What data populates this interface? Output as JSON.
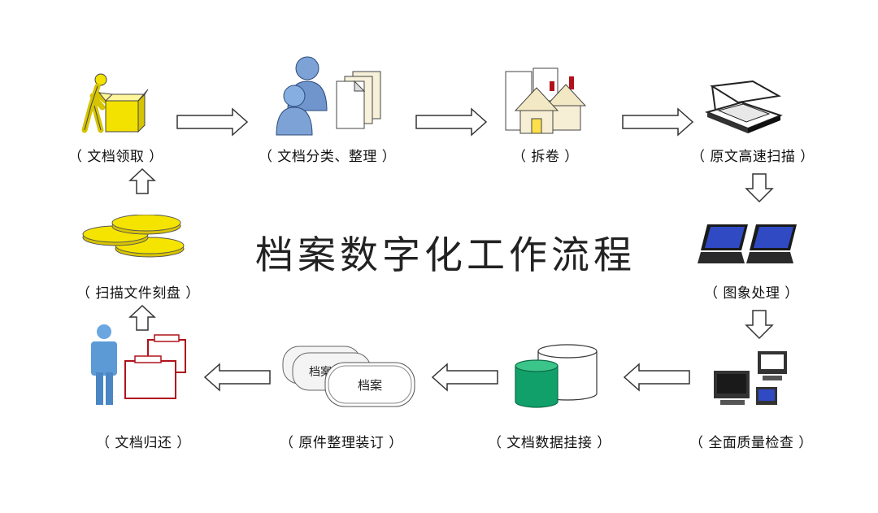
{
  "title": "档案数字化工作流程",
  "steps": [
    {
      "label": "（ 文档领取 ）",
      "icon": "worker-with-boxes-icon"
    },
    {
      "label": "（ 文档分类、整理 ）",
      "icon": "people-with-documents-icon"
    },
    {
      "label": "（ 拆卷 ）",
      "icon": "house-documents-icon"
    },
    {
      "label": "（ 原文高速扫描 ）",
      "icon": "scanner-icon"
    },
    {
      "label": "（ 图象处理 ）",
      "icon": "laptops-icon"
    },
    {
      "label": "（ 全面质量检查 ）",
      "icon": "computers-icon"
    },
    {
      "label": "（ 文档数据挂接 ）",
      "icon": "database-cylinders-icon"
    },
    {
      "label": "（ 原件整理装订 ）",
      "icon": "archive-folders-icon"
    },
    {
      "label": "（ 文档归还 ）",
      "icon": "person-with-folders-icon"
    },
    {
      "label": "（ 扫描文件刻盘 ）",
      "icon": "disc-stack-icon"
    }
  ],
  "folder_labels": {
    "back": "档案",
    "front": "档案"
  },
  "colors": {
    "arrow_fill": "#ffffff",
    "arrow_stroke": "#333333",
    "disc_gold": "#f5e400",
    "db_green": "#11a06a",
    "person_blue": "#5b9ad5"
  }
}
